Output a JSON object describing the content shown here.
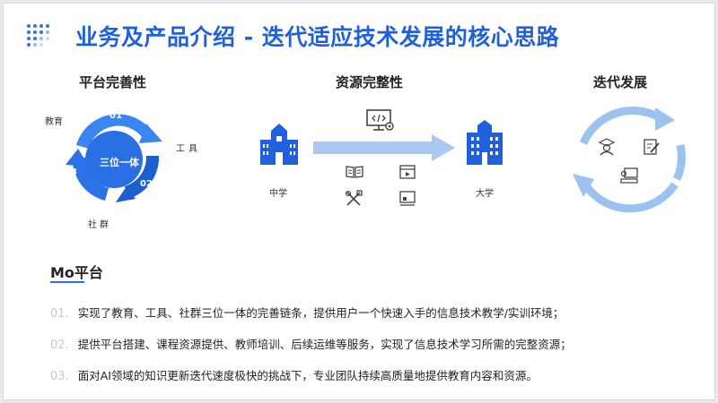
{
  "title": "业务及产品介绍 - 迭代适应技术发展的核心思路",
  "sections": {
    "platform": {
      "title": "平台完善性",
      "center": "三位一体",
      "nodes": [
        "教育",
        "工具",
        "社群"
      ],
      "numbers": [
        "01",
        "02",
        "03"
      ]
    },
    "resources": {
      "title": "资源完整性",
      "from": "中学",
      "to": "大学"
    },
    "iteration": {
      "title": "迭代发展"
    }
  },
  "mo": {
    "title": "Mo平台",
    "items": [
      {
        "num": "01.",
        "text": "实现了教育、工具、社群三位一体的完善链条，提供用户一个快速入手的信息技术教学/实训环境；"
      },
      {
        "num": "02.",
        "text": "提供平台搭建、课程资源提供、教师培训、后续运维等服务，实现了信息技术学习所需的完整资源；"
      },
      {
        "num": "03.",
        "text": "面对AI领域的知识更新迭代速度极快的挑战下，专业团队持续高质量地提供教育内容和资源。"
      }
    ]
  },
  "colors": {
    "accent": "#2060dc",
    "dark_blue": "#1c5fcf",
    "mid_blue": "#3a86f0",
    "light_blue": "#9cc2f0",
    "number_gray": "#c4c8d0"
  }
}
